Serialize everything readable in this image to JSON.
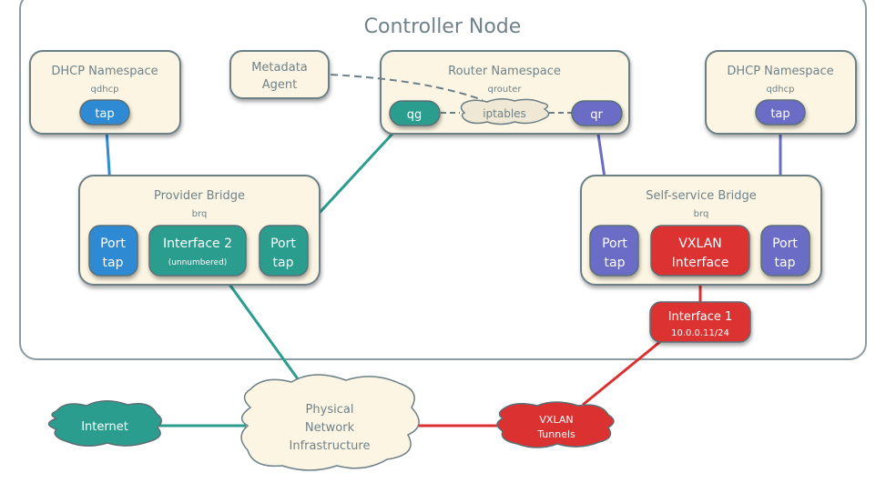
{
  "title": "Controller Node",
  "colors": {
    "namespace_fill": "#fcf5e3",
    "border": "#6b7f86",
    "provider_blue": "#2f8bd3",
    "teal": "#2a9d8f",
    "purple": "#6a6cc6",
    "red": "#dc3131",
    "text_gray": "#6f8289"
  },
  "dhcp_left": {
    "title": "DHCP Namespace",
    "subtitle": "qdhcp",
    "port": "tap"
  },
  "metadata_agent": {
    "line1": "Metadata",
    "line2": "Agent"
  },
  "router": {
    "title": "Router Namespace",
    "subtitle": "qrouter",
    "qg": "qg",
    "iptables": "iptables",
    "qr": "qr"
  },
  "dhcp_right": {
    "title": "DHCP Namespace",
    "subtitle": "qdhcp",
    "port": "tap"
  },
  "provider_bridge": {
    "title": "Provider Bridge",
    "subtitle": "brq",
    "port_left": {
      "line1": "Port",
      "line2": "tap"
    },
    "interface": {
      "line1": "Interface 2",
      "line2": "(unnumbered)"
    },
    "port_right": {
      "line1": "Port",
      "line2": "tap"
    }
  },
  "selfservice_bridge": {
    "title": "Self-service Bridge",
    "subtitle": "brq",
    "port_left": {
      "line1": "Port",
      "line2": "tap"
    },
    "interface": {
      "line1": "VXLAN",
      "line2": "Interface"
    },
    "port_right": {
      "line1": "Port",
      "line2": "tap"
    }
  },
  "interface1": {
    "line1": "Interface 1",
    "line2": "10.0.0.11/24"
  },
  "internet": {
    "label": "Internet"
  },
  "physical": {
    "line1": "Physical",
    "line2": "Network",
    "line3": "Infrastructure"
  },
  "vxlan_tunnels": {
    "line1": "VXLAN",
    "line2": "Tunnels"
  }
}
